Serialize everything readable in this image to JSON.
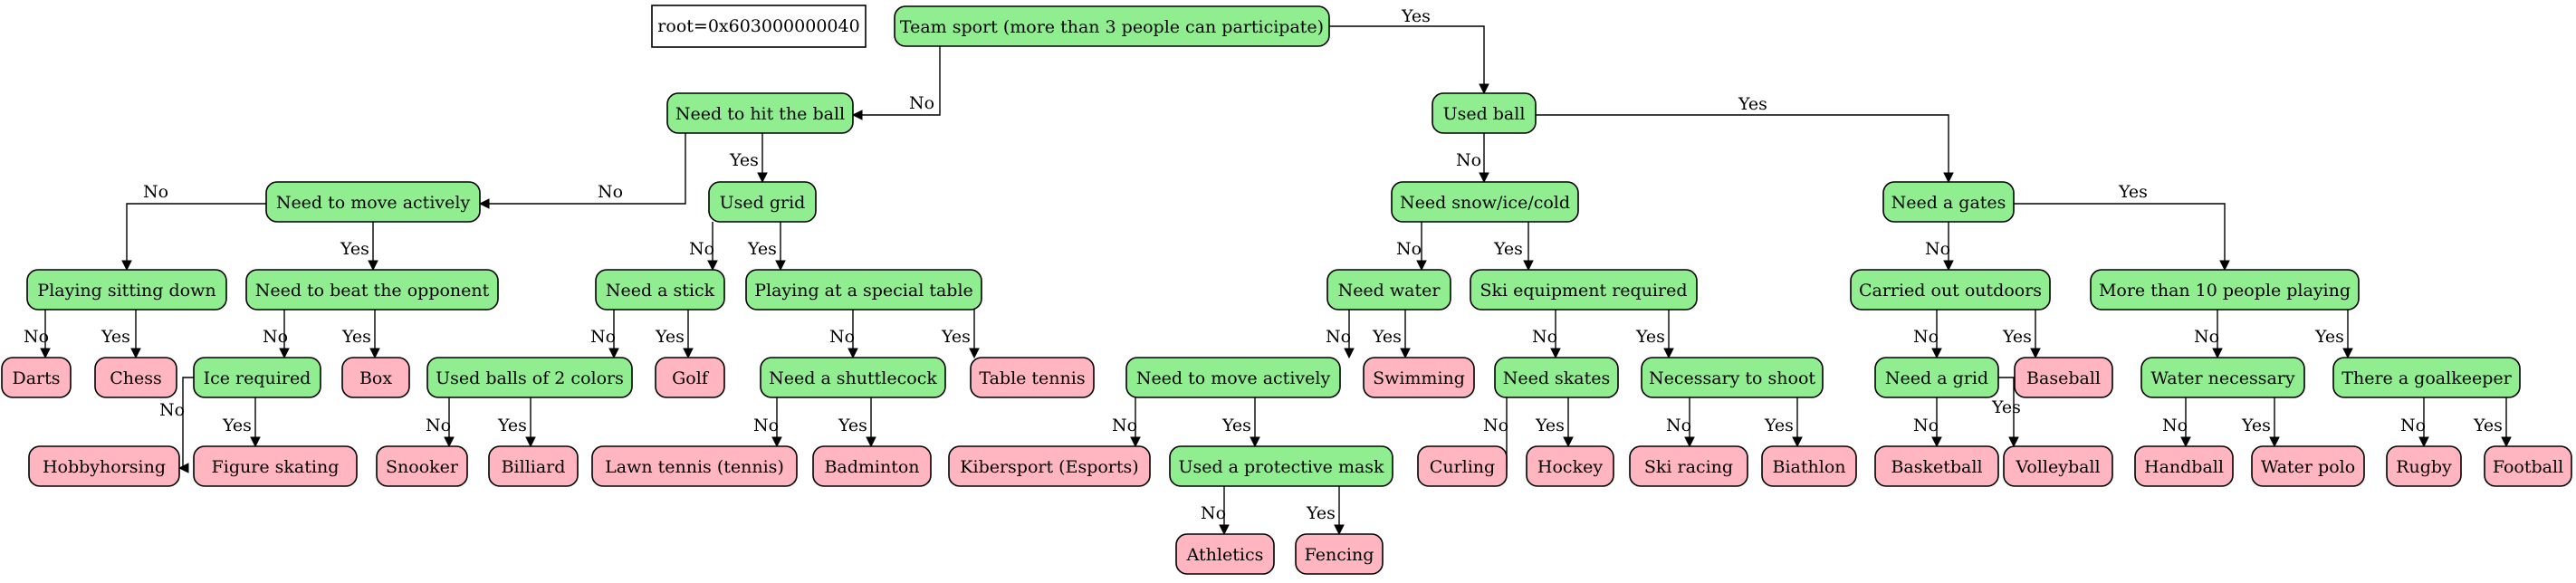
{
  "root_label": "root=0x603000000040",
  "colors": {
    "decision": "#90ee90",
    "leaf": "#ffb6c1",
    "root_box": "#ffffff",
    "line": "#000000"
  },
  "nodes": {
    "n_team": "Team sport (more than 3 people can participate)",
    "n_hit": "Need to hit the ball",
    "n_usedball": "Used ball",
    "n_move": "Need to move actively",
    "n_usedgrid": "Used grid",
    "n_snow": "Need snow/ice/cold",
    "n_gates": "Need a gates",
    "n_sitting": "Playing sitting down",
    "n_beat": "Need to beat the opponent",
    "n_stick": "Need a stick",
    "n_table": "Playing at a special table",
    "n_water": "Need water",
    "n_ski": "Ski equipment required",
    "n_outdoors": "Carried out outdoors",
    "n_more10": "More than 10 people playing",
    "l_darts": "Darts",
    "l_chess": "Chess",
    "n_ice": "Ice required",
    "l_box": "Box",
    "n_2colors": "Used balls of 2 colors",
    "l_golf": "Golf",
    "n_shuttle": "Need a shuttlecock",
    "l_tabletennis": "Table tennis",
    "n_move2": "Need to move actively",
    "l_swimming": "Swimming",
    "n_skates": "Need skates",
    "n_shoot": "Necessary to shoot",
    "n_grid": "Need a grid",
    "l_baseball": "Baseball",
    "n_waternec": "Water necessary",
    "n_goalkeeper": "There a goalkeeper",
    "l_hobbyhorsing": "Hobbyhorsing",
    "l_figure": "Figure skating",
    "l_snooker": "Snooker",
    "l_billiard": "Billiard",
    "l_lawntennis": "Lawn tennis (tennis)",
    "l_badminton": "Badminton",
    "l_kibersport": "Kibersport (Esports)",
    "n_mask": "Used a protective mask",
    "l_curling": "Curling",
    "l_hockey": "Hockey",
    "l_skiracing": "Ski racing",
    "l_biathlon": "Biathlon",
    "l_basketball": "Basketball",
    "l_volleyball": "Volleyball",
    "l_handball": "Handball",
    "l_waterpolo": "Water polo",
    "l_rugby": "Rugby",
    "l_football": "Football",
    "l_athletics": "Athletics",
    "l_fencing": "Fencing"
  },
  "edge_labels": {
    "yes": "Yes",
    "no": "No"
  }
}
